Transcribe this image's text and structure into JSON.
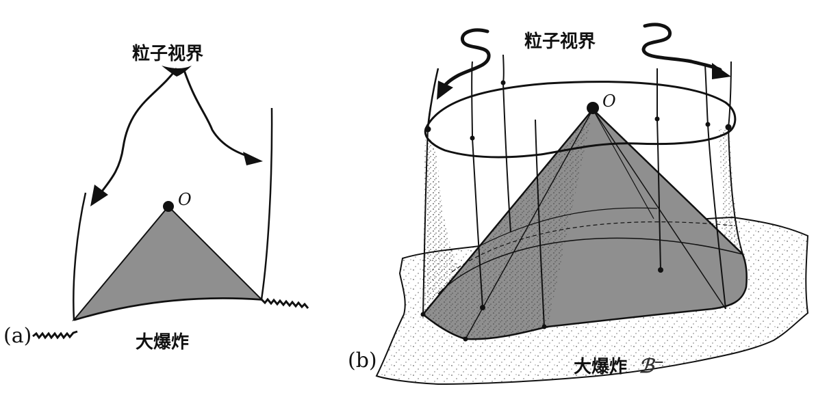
{
  "panel_a": {
    "label": "(a)",
    "title": "粒子视界",
    "origin_label": "O",
    "bottom_label": "大爆炸"
  },
  "panel_b": {
    "label": "(b)",
    "title": "粒子视界",
    "origin_label": "O",
    "bottom_label": "大爆炸",
    "bottom_symbol": "ℬ",
    "bottom_superscript": "−"
  },
  "colors": {
    "ink": "#111111",
    "cone_fill": "#8f8f8f",
    "surface_fill": "#ffffff"
  }
}
